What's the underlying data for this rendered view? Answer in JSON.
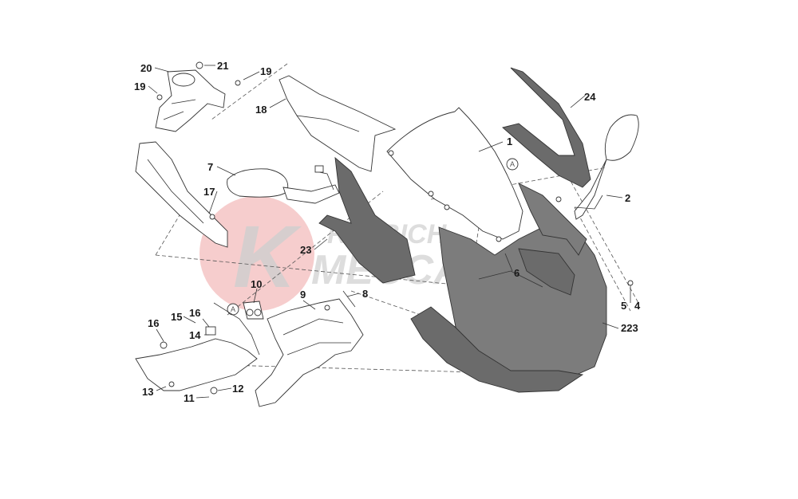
{
  "watermark": {
    "line1": "REJBICH",
    "line2": "MECCANICA",
    "logo_letter": "K",
    "circle_color": "#f2b8b8"
  },
  "reference_mark": "A",
  "callouts": {
    "c1": "1",
    "c2": "2",
    "c4": "4",
    "c5": "5",
    "c6": "6",
    "c7": "7",
    "c8": "8",
    "c9": "9",
    "c10": "10",
    "c11": "11",
    "c12": "12",
    "c13": "13",
    "c14": "14",
    "c15": "15",
    "c16a": "16",
    "c16b": "16",
    "c17": "17",
    "c18": "18",
    "c19a": "19",
    "c19b": "19",
    "c20": "20",
    "c21": "21",
    "c23": "23",
    "c24": "24",
    "c223": "223"
  },
  "colors": {
    "fairing": "#6b6b6b",
    "outline": "#333333"
  }
}
